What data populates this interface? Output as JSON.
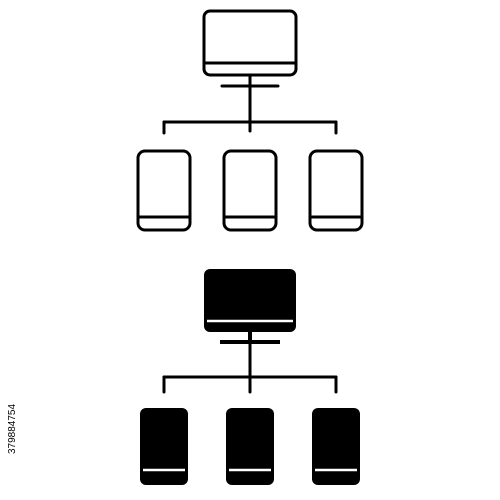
{
  "image_id_text": "379884754",
  "icons": [
    {
      "style": "outline",
      "top_device": "monitor-icon",
      "child_devices": [
        "phone-icon",
        "phone-icon",
        "phone-icon"
      ]
    },
    {
      "style": "filled",
      "top_device": "monitor-icon",
      "child_devices": [
        "phone-icon",
        "phone-icon",
        "phone-icon"
      ]
    }
  ],
  "colors": {
    "background": "#ffffff",
    "ink": "#000000"
  }
}
